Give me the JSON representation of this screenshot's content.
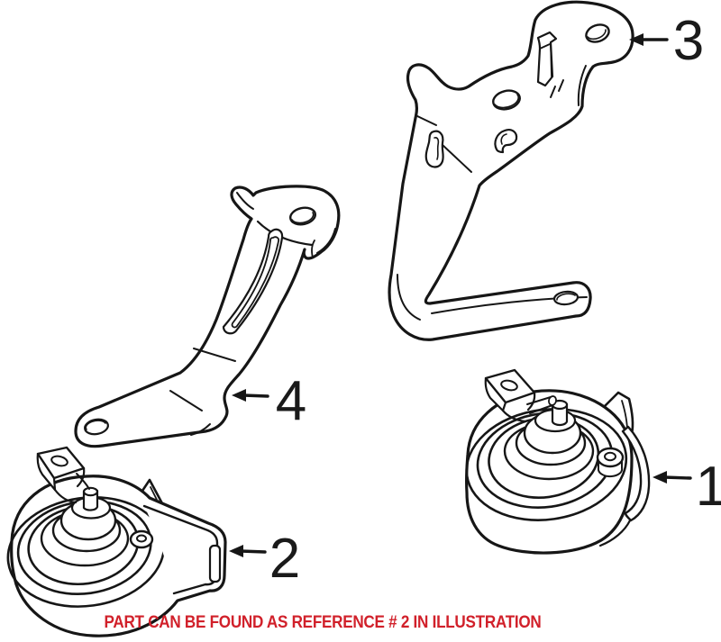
{
  "figure": {
    "type": "parts-illustration",
    "background": "#ffffff",
    "line_color": "#161616"
  },
  "callouts": [
    {
      "label": "1"
    },
    {
      "label": "2"
    },
    {
      "label": "3"
    },
    {
      "label": "4"
    }
  ],
  "icons": {
    "callout_arrow": "arrow-left"
  },
  "note": {
    "text": "PART CAN BE FOUND AS REFERENCE # 2 IN ILLUSTRATION",
    "color": "#d1202a"
  }
}
